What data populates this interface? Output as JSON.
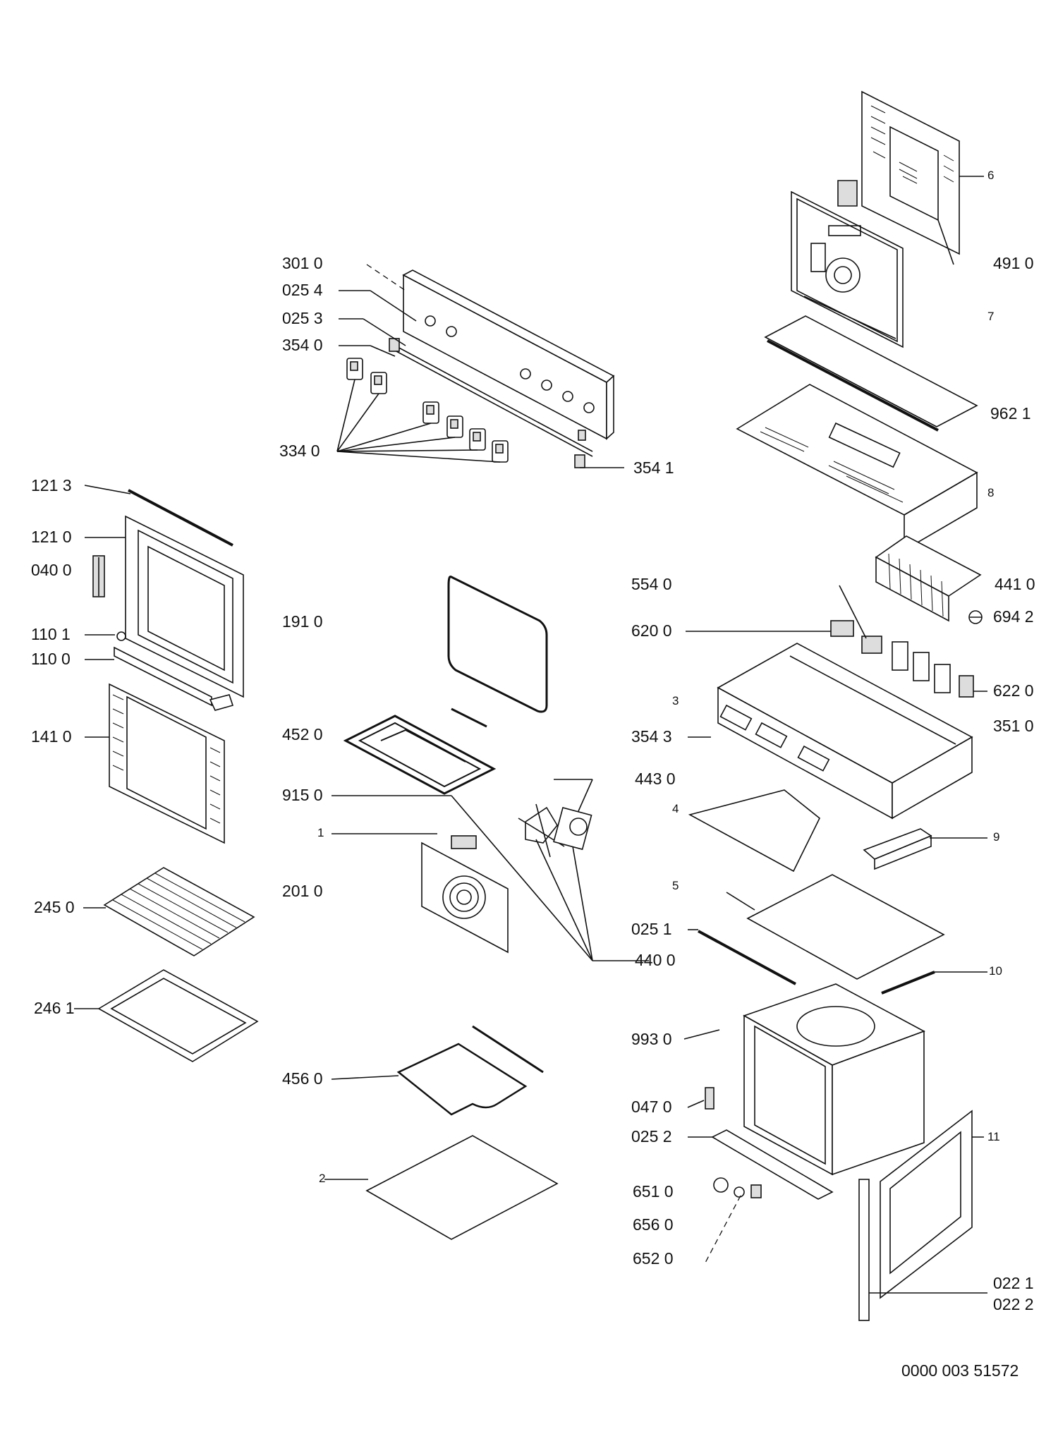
{
  "diagram": {
    "document_code": "0000 003 51572",
    "callouts": {
      "c6": "6",
      "c4910": "491 0",
      "c7": "7",
      "c9621": "962 1",
      "c8": "8",
      "c3010": "301 0",
      "c0254": "025 4",
      "c0253": "025 3",
      "c3540": "354 0",
      "c3340": "334 0",
      "c3541": "354 1",
      "c1213": "121 3",
      "c1210": "121 0",
      "c0400": "040 0",
      "c1101": "110 1",
      "c1100": "110 0",
      "c1410": "141 0",
      "c2450": "245 0",
      "c2461": "246 1",
      "c1910": "191 0",
      "c4520": "452 0",
      "c9150": "915 0",
      "c1": "1",
      "c2010": "201 0",
      "c4430": "443 0",
      "c4400": "440 0",
      "c4560": "456 0",
      "c2": "2",
      "c5540": "554 0",
      "c4410": "441 0",
      "c6200": "620 0",
      "c6942": "694 2",
      "c6220": "622 0",
      "c3": "3",
      "c3510": "351 0",
      "c3543": "354 3",
      "c4": "4",
      "c9": "9",
      "c5": "5",
      "c0251": "025 1",
      "c10": "10",
      "c9930": "993 0",
      "c0470": "047 0",
      "c0252": "025 2",
      "c11": "11",
      "c6510": "651 0",
      "c6560": "656 0",
      "c6520": "652 0",
      "c0221": "022 1",
      "c0222": "022 2"
    }
  }
}
